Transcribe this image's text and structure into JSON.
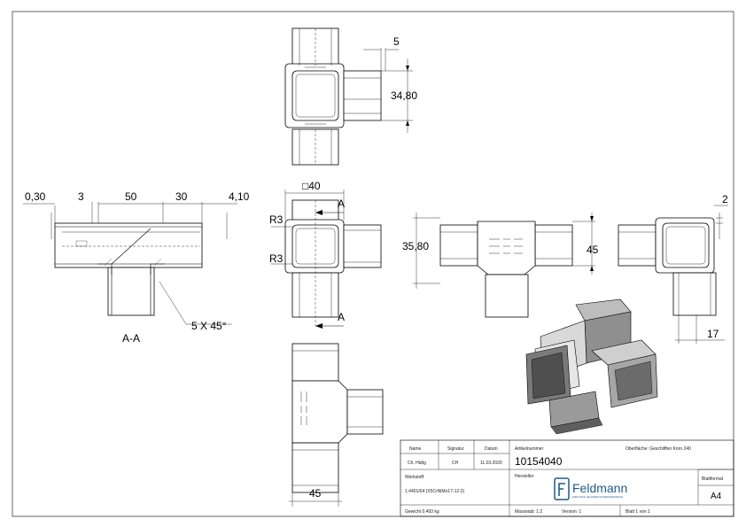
{
  "view_labels": {
    "section_view": "A-A",
    "cut_marker_top": "A",
    "cut_marker_bottom": "A"
  },
  "dimensions": {
    "top_view_gap": "5",
    "top_view_height": "34,80",
    "section_wall": "0,30",
    "section_step": "3",
    "section_length_a": "50",
    "section_length_b": "30",
    "section_end": "4,10",
    "chamfer_note": "5 X 45°",
    "square_size": "□40",
    "radius_upper": "R3",
    "radius_lower": "R3",
    "front_height_inner": "35,80",
    "front_height_outer": "45",
    "side_wall": "2",
    "side_depth": "17",
    "bottom_width": "45"
  },
  "title_block": {
    "header_name": "Name",
    "header_signature": "Signatur",
    "header_date": "Datum",
    "drawn_name": "Ch. Häfig",
    "drawn_signature": "CH",
    "drawn_date": "11.03.2020",
    "material_label": "Werkstoff:",
    "material_value": "1.4401/04 (X5CrNiMo17-12-2)",
    "weight": "Gewicht 0.493 kg",
    "article_label": "Artikelnummer",
    "article_number": "10154040",
    "surface": "Oberfläche: Geschliffen Korn 240",
    "manufacturer_label": "Hersteller",
    "company_name": "Feldmann",
    "company_tagline": "EDELSTAHL GELÄNDER SCHWEISSERZEUGE",
    "sheet_format_label": "Blattformat",
    "sheet_format": "A4",
    "scale": "Massstab: 1:2",
    "version": "Version: 1",
    "sheet_count": "Blatt 1 von 1"
  },
  "colors": {
    "line": "#000000",
    "shading_light": "#d9d9d9",
    "shading_mid": "#a6a6a6",
    "shading_dark": "#6b6b6b",
    "brand": "#1f5a8a"
  }
}
